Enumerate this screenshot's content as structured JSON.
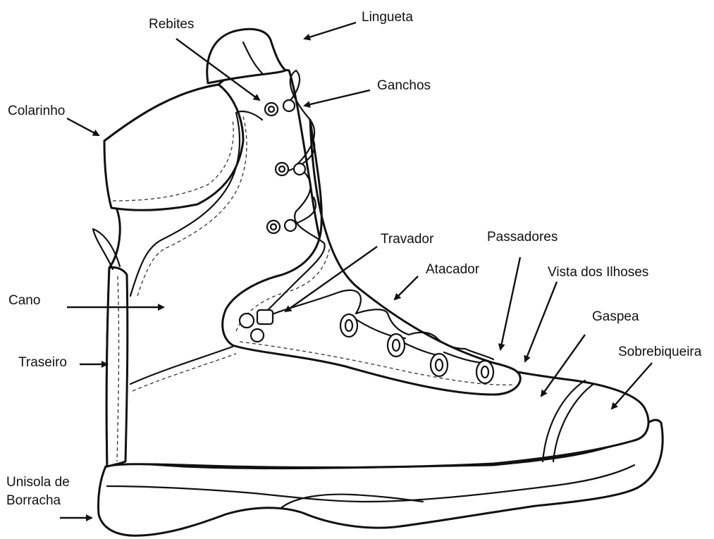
{
  "labels": {
    "lingueta": "Lingueta",
    "rebites": "Rebites",
    "ganchos": "Ganchos",
    "colarinho": "Colarinho",
    "travador": "Travador",
    "passadores": "Passadores",
    "atacador": "Atacador",
    "vista_dos_ilhoses": "Vista dos Ilhoses",
    "gaspea": "Gaspea",
    "cano": "Cano",
    "sobrebiqueira": "Sobrebiqueira",
    "traseiro": "Traseiro",
    "unisola_line1": "Unisola de",
    "unisola_line2": "Borracha"
  }
}
